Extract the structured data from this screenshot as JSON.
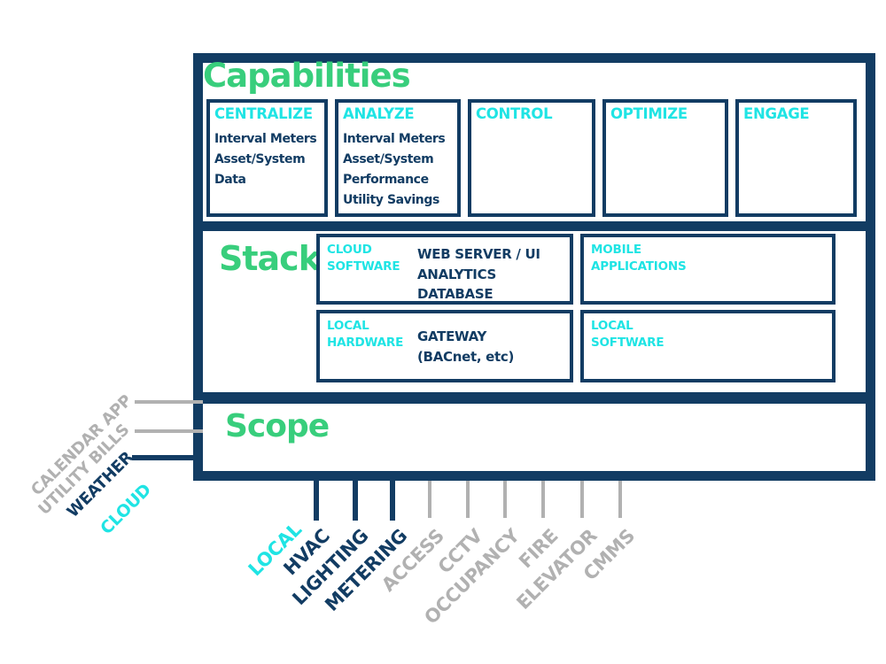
{
  "colors": {
    "navy": "#123c63",
    "green": "#38ce7c",
    "cyan": "#1fe4e4",
    "gray": "#b1b1b1",
    "background": "#ffffff"
  },
  "capabilities": {
    "title": "Capabilities",
    "boxes": [
      {
        "label": "CENTRALIZE",
        "items": [
          "Interval Meters",
          "Asset/System",
          "Data"
        ]
      },
      {
        "label": "ANALYZE",
        "items": [
          "Interval Meters",
          "Asset/System",
          "Performance",
          "Utility Savings"
        ]
      },
      {
        "label": "CONTROL",
        "items": []
      },
      {
        "label": "OPTIMIZE",
        "items": []
      },
      {
        "label": "ENGAGE",
        "items": []
      }
    ]
  },
  "stack": {
    "title": "Stack",
    "boxes": [
      {
        "id": "cloud-software",
        "label_lines": [
          "CLOUD",
          "SOFTWARE"
        ],
        "content_lines": [
          "WEB SERVER / UI",
          "ANALYTICS",
          "DATABASE"
        ]
      },
      {
        "id": "mobile-applications",
        "label_lines": [
          "MOBILE",
          "APPLICATIONS"
        ],
        "content_lines": []
      },
      {
        "id": "local-hardware",
        "label_lines": [
          "LOCAL",
          "HARDWARE"
        ],
        "content_lines": [
          "GATEWAY",
          "(BACnet, etc)"
        ]
      },
      {
        "id": "local-software",
        "label_lines": [
          "LOCAL",
          "SOFTWARE"
        ],
        "content_lines": []
      }
    ]
  },
  "scope": {
    "title": "Scope"
  },
  "cloud_inputs": {
    "category_label": "CLOUD",
    "items": [
      {
        "label": "CALENDAR APP",
        "tone": "gray",
        "has_line": true
      },
      {
        "label": "UTILITY BILLS",
        "tone": "gray",
        "has_line": true
      },
      {
        "label": "WEATHER",
        "tone": "navy",
        "has_line": true
      }
    ]
  },
  "local_systems": {
    "category_label": "LOCAL",
    "items": [
      {
        "label": "HVAC",
        "tone": "navy",
        "has_line": true
      },
      {
        "label": "LIGHTING",
        "tone": "navy",
        "has_line": true
      },
      {
        "label": "METERING",
        "tone": "navy",
        "has_line": true
      },
      {
        "label": "ACCESS",
        "tone": "gray",
        "has_line": true
      },
      {
        "label": "CCTV",
        "tone": "gray",
        "has_line": true
      },
      {
        "label": "OCCUPANCY",
        "tone": "gray",
        "has_line": true
      },
      {
        "label": "FIRE",
        "tone": "gray",
        "has_line": true
      },
      {
        "label": "ELEVATOR",
        "tone": "gray",
        "has_line": true
      },
      {
        "label": "CMMS",
        "tone": "gray",
        "has_line": true
      }
    ]
  }
}
